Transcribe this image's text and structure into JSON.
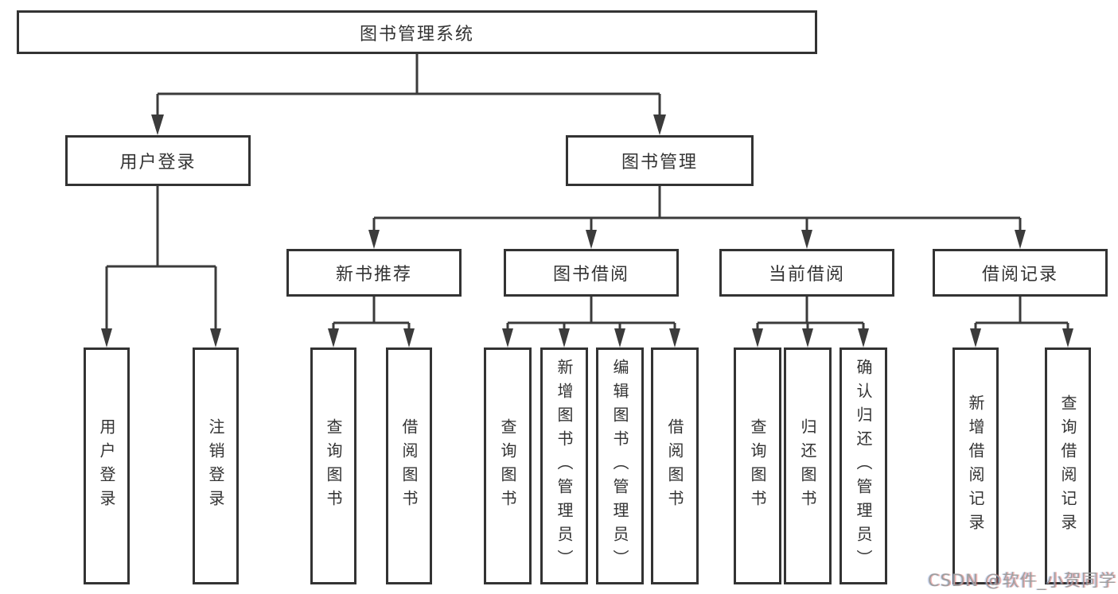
{
  "diagram": {
    "title": "图书管理系统",
    "user_branch": {
      "label": "用户登录",
      "leaves": [
        "用户登录",
        "注销登录"
      ]
    },
    "book_branch": {
      "label": "图书管理",
      "groups": [
        {
          "label": "新书推荐",
          "leaves": [
            "查询图书",
            "借阅图书"
          ]
        },
        {
          "label": "图书借阅",
          "leaves": [
            "查询图书",
            "新增图书（管理员）",
            "编辑图书（管理员）",
            "借阅图书"
          ]
        },
        {
          "label": "当前借阅",
          "leaves": [
            "查询图书",
            "归还图书",
            "确认归还（管理员）"
          ]
        },
        {
          "label": "借阅记录",
          "leaves": [
            "新增借阅记录",
            "查询借阅记录"
          ]
        }
      ]
    },
    "watermark": "CSDN @软件_小贺同学",
    "colors": {
      "line": "#3b3b3b",
      "box_border": "#333333",
      "box_fill": "#ffffff",
      "text": "#333333",
      "watermark": "#9e9e9e",
      "background": "#ffffff"
    }
  }
}
